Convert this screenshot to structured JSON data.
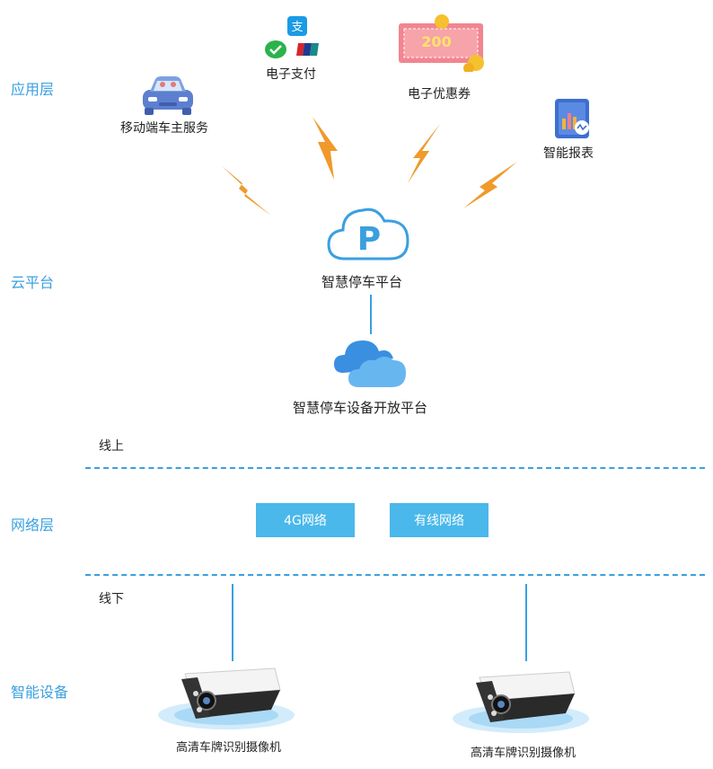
{
  "layers": {
    "app": "应用层",
    "cloud": "云平台",
    "network": "网络层",
    "devices": "智能设备"
  },
  "apps": {
    "mobile_service": "移动端车主服务",
    "payment": "电子支付",
    "coupon": "电子优惠券",
    "coupon_amount": "200",
    "report": "智能报表"
  },
  "cloud": {
    "platform": "智慧停车平台",
    "platform_icon_letter": "P",
    "open_platform": "智慧停车设备开放平台"
  },
  "lines": {
    "online": "线上",
    "offline": "线下"
  },
  "network": {
    "net_4g": "4G网络",
    "wired": "有线网络"
  },
  "devices": {
    "camera_1": "高清车牌识别摄像机",
    "camera_2": "高清车牌识别摄像机"
  },
  "colors": {
    "accent": "#3aa0e0",
    "box": "#4ab8ea",
    "lightning": "#ef9a2b"
  }
}
